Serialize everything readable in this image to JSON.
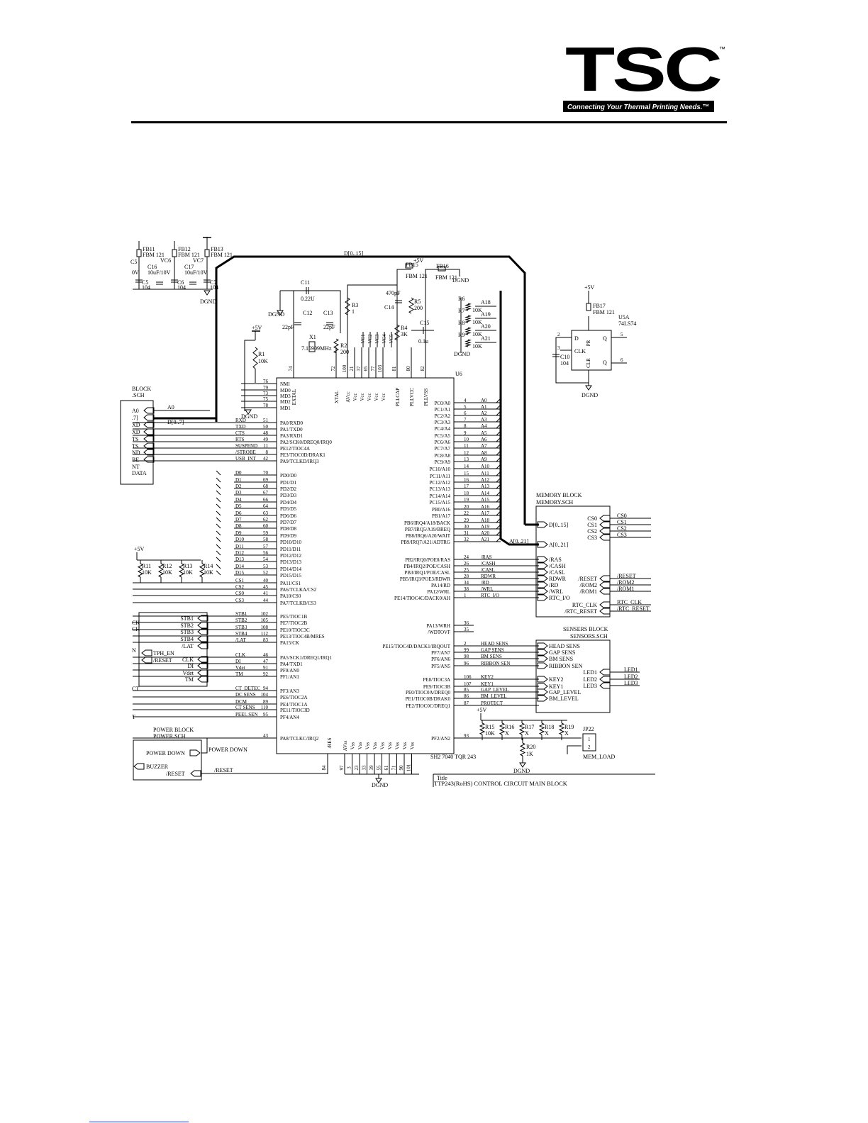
{
  "header": {
    "logo_text": "TSC",
    "trademark": "™",
    "tagline": "Connecting Your Thermal Printing Needs.™"
  },
  "colors": {
    "ink": "#000000",
    "paper": "#ffffff",
    "link_rule": "#2a3cc8"
  },
  "schematic": {
    "title_label": "Title",
    "title": "TTP243(RoHS) CONTROL CIRCUIT MAIN BLOCK",
    "mcu": {
      "ref": "U6",
      "part": "SH2 7040 TQR 243"
    },
    "bus_labels": {
      "data_bus": "D[0..15]",
      "addr_bus": "A[0..21]",
      "d07": "D[0..7]"
    },
    "power": {
      "vcc": "+5V",
      "gnd": "DGND"
    },
    "caps_top": [
      {
        "ref": "FB11",
        "val": "FBM 121"
      },
      {
        "ref": "FB12",
        "val": "FBM 121"
      },
      {
        "ref": "FB13",
        "val": "FBM 121"
      },
      {
        "ref": "C16",
        "val": "10uF/10V"
      },
      {
        "ref": "C17",
        "val": "10uF/10V"
      },
      {
        "ref": "C5",
        "val": "104"
      },
      {
        "ref": "C6",
        "val": "104"
      },
      {
        "ref": "C7",
        "val": "104"
      },
      {
        "ref": "VC6",
        "val": ""
      },
      {
        "ref": "VC7",
        "val": ""
      }
    ],
    "osc": {
      "c11": "C11",
      "c11_val": "0.22U",
      "c12": "C12",
      "c12_val": "22pF",
      "c13": "C13",
      "c13_val": "22pF",
      "x1": "X1",
      "x1_val": "7.15909MHz",
      "r2": "R2",
      "r2_val": "200",
      "r3": "R3",
      "r3_val": "1"
    },
    "pll": {
      "fb15": "FB15",
      "fb15_val": "FBM 121",
      "fb16": "FB16",
      "fb16_val": "FBM 121",
      "c14": "C14",
      "c14_val": "470pF",
      "r5": "R5",
      "r5_val": "200",
      "r4": "R4",
      "r4_val": "3K",
      "c15": "C15",
      "c15_val": "0.1u"
    },
    "r1": {
      "ref": "R1",
      "val": "10K"
    },
    "addr_pullups": [
      {
        "ref": "R6",
        "val": "10K",
        "net": "A18"
      },
      {
        "ref": "R7",
        "val": "10K",
        "net": "A19"
      },
      {
        "ref": "R8",
        "val": "10K",
        "net": "A20"
      },
      {
        "ref": "R9",
        "val": "10K",
        "net": "A21"
      }
    ],
    "latch": {
      "fb17": "FB17",
      "fb17_val": "FBM 121",
      "ref": "U5A",
      "part": "74LS74",
      "c10": "C10",
      "c10_val": "104",
      "pins": [
        "D",
        "PR",
        "Q",
        "CLK",
        "CLR",
        "Q"
      ]
    },
    "mcu_top_pins": [
      {
        "num": "74",
        "name": "EXTAL"
      },
      {
        "num": "72",
        "name": "XTAL"
      },
      {
        "num": "100",
        "name": "AVcc"
      },
      {
        "num": "21",
        "name": "Vcc"
      },
      {
        "num": "37",
        "name": "Vcc"
      },
      {
        "num": "65",
        "name": "Vcc"
      },
      {
        "num": "77",
        "name": "Vcc"
      },
      {
        "num": "103",
        "name": "Vcc"
      },
      {
        "num": "81",
        "name": "PLLCAP"
      },
      {
        "num": "80",
        "name": "PLLVCC"
      },
      {
        "num": "82",
        "name": "PLLVSS"
      }
    ],
    "vc_labels": [
      "VC1",
      "VC2",
      "VC3",
      "VC4",
      "VC5"
    ],
    "mcu_left_pins": [
      {
        "net": "",
        "num": "76",
        "name": "NMI"
      },
      {
        "net": "",
        "num": "79",
        "name": "MD0"
      },
      {
        "net": "",
        "num": "73",
        "name": "MD3"
      },
      {
        "net": "",
        "num": "75",
        "name": "MD2"
      },
      {
        "net": "",
        "num": "78",
        "name": "MD1"
      },
      {
        "net": "RXD",
        "num": "51",
        "name": "PA0/RXD0"
      },
      {
        "net": "TXD",
        "num": "50",
        "name": "PA1/TXD0"
      },
      {
        "net": "CTS",
        "num": "48",
        "name": "PA3/RXD1"
      },
      {
        "net": "RTS",
        "num": "49",
        "name": "PA2/SCK0/DREQ0/IRQ0"
      },
      {
        "net": "SUSPEND",
        "num": "11",
        "name": "PE12/TIOC4A"
      },
      {
        "net": "/STROBE",
        "num": "8",
        "name": "PE3/TIOC0D/DRAK1"
      },
      {
        "net": "USB_INT",
        "num": "42",
        "name": "PA9/TCLKD/IRQ3"
      },
      {
        "net": "D0",
        "num": "70",
        "name": "PD0/D0"
      },
      {
        "net": "D1",
        "num": "69",
        "name": "PD1/D1"
      },
      {
        "net": "D2",
        "num": "68",
        "name": "PD2/D2"
      },
      {
        "net": "D3",
        "num": "67",
        "name": "PD3/D3"
      },
      {
        "net": "D4",
        "num": "66",
        "name": "PD4/D4"
      },
      {
        "net": "D5",
        "num": "64",
        "name": "PD5/D5"
      },
      {
        "net": "D6",
        "num": "63",
        "name": "PD6/D6"
      },
      {
        "net": "D7",
        "num": "62",
        "name": "PD7/D7"
      },
      {
        "net": "D8",
        "num": "60",
        "name": "PD8/D8"
      },
      {
        "net": "D9",
        "num": "59",
        "name": "PD9/D9"
      },
      {
        "net": "D10",
        "num": "58",
        "name": "PD10/D10"
      },
      {
        "net": "D11",
        "num": "57",
        "name": "PD11/D11"
      },
      {
        "net": "D12",
        "num": "56",
        "name": "PD12/D12"
      },
      {
        "net": "D13",
        "num": "54",
        "name": "PD13/D13"
      },
      {
        "net": "D14",
        "num": "53",
        "name": "PD14/D14"
      },
      {
        "net": "D15",
        "num": "52",
        "name": "PD15/D15"
      },
      {
        "net": "CS1",
        "num": "40",
        "name": "PA11/CS1"
      },
      {
        "net": "CS2",
        "num": "45",
        "name": "PA6/TCLKA/CS2"
      },
      {
        "net": "CS0",
        "num": "41",
        "name": "PA10/CS0"
      },
      {
        "net": "CS3",
        "num": "44",
        "name": "PA7/TCLKB/CS3"
      },
      {
        "net": "STB1",
        "num": "102",
        "name": "PE5/TIOC1B"
      },
      {
        "net": "STB2",
        "num": "105",
        "name": "PE7/TIOC2B"
      },
      {
        "net": "STB3",
        "num": "108",
        "name": "PE10/TIOC3C"
      },
      {
        "net": "STB4",
        "num": "112",
        "name": "PE13/TIOC4B/MRES"
      },
      {
        "net": "/LAT",
        "num": "83",
        "name": "PA15/CK"
      },
      {
        "net": "CLK",
        "num": "46",
        "name": "PA5/SCK1/DREQ1/IRQ1"
      },
      {
        "net": "DI",
        "num": "47",
        "name": "PA4/TXD1"
      },
      {
        "net": "Vdet",
        "num": "91",
        "name": "PF0/AN0"
      },
      {
        "net": "TM",
        "num": "92",
        "name": "PF1/AN1"
      },
      {
        "net": "CT_DETEC",
        "num": "94",
        "name": "PF3/AN3"
      },
      {
        "net": "DC SENS",
        "num": "104",
        "name": "PE6/TIOC2A"
      },
      {
        "net": "DCM",
        "num": "89",
        "name": "PE4/TIOC1A"
      },
      {
        "net": "CT SENS",
        "num": "110",
        "name": "PE11/TIOC3D"
      },
      {
        "net": "PEEL SEN",
        "num": "95",
        "name": "PF4/AN4"
      },
      {
        "net": "",
        "num": "43",
        "name": "PA8/TCLKC/IRQ2"
      }
    ],
    "mcu_right_pins": [
      {
        "name": "PC0/A0",
        "num": "4",
        "net": "A0"
      },
      {
        "name": "PC1/A1",
        "num": "5",
        "net": "A1"
      },
      {
        "name": "PC2/A2",
        "num": "6",
        "net": "A2"
      },
      {
        "name": "PC3/A3",
        "num": "7",
        "net": "A3"
      },
      {
        "name": "PC4/A4",
        "num": "8",
        "net": "A4"
      },
      {
        "name": "PC5/A5",
        "num": "9",
        "net": "A5"
      },
      {
        "name": "PC6/A6",
        "num": "10",
        "net": "A6"
      },
      {
        "name": "PC7/A7",
        "num": "11",
        "net": "A7"
      },
      {
        "name": "PC8/A8",
        "num": "12",
        "net": "A8"
      },
      {
        "name": "PC9/A9",
        "num": "13",
        "net": "A9"
      },
      {
        "name": "PC10/A10",
        "num": "14",
        "net": "A10"
      },
      {
        "name": "PC11/A11",
        "num": "15",
        "net": "A11"
      },
      {
        "name": "PC12/A12",
        "num": "16",
        "net": "A12"
      },
      {
        "name": "PC13/A13",
        "num": "17",
        "net": "A13"
      },
      {
        "name": "PC14/A14",
        "num": "18",
        "net": "A14"
      },
      {
        "name": "PC15/A15",
        "num": "19",
        "net": "A15"
      },
      {
        "name": "PB0/A16",
        "num": "20",
        "net": "A16"
      },
      {
        "name": "PB1/A17",
        "num": "22",
        "net": "A17"
      },
      {
        "name": "PB6/IRQ4/A18/BACK",
        "num": "29",
        "net": "A18"
      },
      {
        "name": "PB7/IRQ5/A19/BREQ",
        "num": "30",
        "net": "A19"
      },
      {
        "name": "PB8/IRQ6/A20/WAIT",
        "num": "31",
        "net": "A20"
      },
      {
        "name": "PB9/IRQ7/A21/ADTRG",
        "num": "32",
        "net": "A21"
      },
      {
        "name": "PB2/IRQ0/POE0/RAS",
        "num": "24",
        "net": "/RAS"
      },
      {
        "name": "PB4/IRQ2/POE/CASH",
        "num": "26",
        "net": "/CASH"
      },
      {
        "name": "PB3/IRQ1/POE/CASL",
        "num": "25",
        "net": "/CASL"
      },
      {
        "name": "PB5/IRQ3/POE3/RDWR",
        "num": "28",
        "net": "RDWR"
      },
      {
        "name": "PA14/RD",
        "num": "34",
        "net": "/RD"
      },
      {
        "name": "PA12/WRL",
        "num": "38",
        "net": "/WRL"
      },
      {
        "name": "PE14/TIOC4C/DACK0/AH",
        "num": "1",
        "net": "RTC_I/O"
      },
      {
        "name": "PA13/WRH",
        "num": "36",
        "net": ""
      },
      {
        "name": "/WDTOVF",
        "num": "35",
        "net": ""
      },
      {
        "name": "PE15/TIOC4D/DACK1/IRQOUT",
        "num": "2",
        "net": "HEAD SENS"
      },
      {
        "name": "PF7/AN7",
        "num": "99",
        "net": "GAP SENS"
      },
      {
        "name": "PF6/AN6",
        "num": "98",
        "net": "BM SENS"
      },
      {
        "name": "PF5/AN5",
        "num": "96",
        "net": "RIBBON SEN"
      },
      {
        "name": "PE8/TIOC3A",
        "num": "106",
        "net": "KEY2"
      },
      {
        "name": "PE9/TIOC3B",
        "num": "107",
        "net": "KEY1"
      },
      {
        "name": "PE0/TIOC0A/DREQ0",
        "num": "85",
        "net": "GAP_LEVEL"
      },
      {
        "name": "PE1/TIOC0B/DRAK0",
        "num": "86",
        "net": "BM_LEVEL"
      },
      {
        "name": "PE2/TIOC0C/DREQ1",
        "num": "87",
        "net": "PROTECT"
      },
      {
        "name": "PF2/AN2",
        "num": "93",
        "net": ""
      }
    ],
    "mcu_bottom": {
      "res_num": "84",
      "res_name": "/RES",
      "vss": [
        {
          "num": "97",
          "name": "AVss"
        },
        {
          "num": "3",
          "name": "Vss"
        },
        {
          "num": "23",
          "name": "Vss"
        },
        {
          "num": "33",
          "name": "Vss"
        },
        {
          "num": "39",
          "name": "Vss"
        },
        {
          "num": "55",
          "name": "Vss"
        },
        {
          "num": "61",
          "name": "Vss"
        },
        {
          "num": "71",
          "name": "Vss"
        },
        {
          "num": "90",
          "name": "Vss"
        },
        {
          "num": "101",
          "name": "Vss"
        }
      ]
    },
    "left_block": {
      "title": "BLOCK",
      "file": ".SCH",
      "ports": [
        "A0",
        ".7]",
        "XD",
        "XD",
        "TS",
        "TS",
        "ND",
        "BE",
        "NT",
        "DATA"
      ],
      "net_a0": "A0",
      "net_d": "D[0..7]"
    },
    "head_block": {
      "edge_labels": [
        "CK",
        "CH",
        "N"
      ],
      "ports_left": [
        "STB1",
        "STB2",
        "STB3",
        "STB4",
        "/LAT",
        "CLK",
        "DI",
        "Vdet",
        "TM"
      ],
      "ports_inner": [
        "TPH_EN",
        "/RESET"
      ]
    },
    "left_edge_nets": [
      "CT",
      "",
      "",
      "",
      "T"
    ],
    "pullups_left": [
      {
        "ref": "R11",
        "val": "10K"
      },
      {
        "ref": "R12",
        "val": "10K"
      },
      {
        "ref": "R13",
        "val": "10K"
      },
      {
        "ref": "R14",
        "val": "10K"
      }
    ],
    "power_block": {
      "title": "POWER BLOCK",
      "file": "POWER.SCH",
      "ports": [
        "POWER DOWN",
        "BUZZER",
        "/RESET"
      ],
      "nets": [
        "POWER DOWN",
        "/RESET"
      ]
    },
    "memory_block": {
      "title": "MEMORY BLOCK",
      "file": "MEMORY.SCH",
      "left_ports": [
        "D[0..15]",
        "A[0..21]",
        "/RAS",
        "/CASH",
        "/CASL",
        "RDWR",
        "/RD",
        "/WRL",
        "RTC_I/O"
      ],
      "right_ports": [
        "CS0",
        "CS1",
        "CS2",
        "CS3",
        "/RESET",
        "/ROM2",
        "/ROM1",
        "RTC_CLK",
        "/RTC_RESET"
      ],
      "right_nets": [
        "CS0",
        "CS1",
        "CS2",
        "CS3",
        "/RESET",
        "/ROM2",
        "/ROM1",
        "RTC_CLK",
        "/RTC_RESET"
      ]
    },
    "sensor_block": {
      "title": "SENSERS BLOCK",
      "file": "SENSORS.SCH",
      "left_ports": [
        "HEAD SENS",
        "GAP SENS",
        "BM SENS",
        "RIBBON SEN",
        "KEY2",
        "KEY1",
        "GAP_LEVEL",
        "BM_LEVEL"
      ],
      "right_ports": [
        "LED1",
        "LED2",
        "LED3"
      ],
      "right_nets": [
        "LED1",
        "LED2",
        "LED3"
      ]
    },
    "bottom_pullups": [
      {
        "ref": "R15",
        "val": "10K"
      },
      {
        "ref": "R16",
        "val": "X"
      },
      {
        "ref": "R17",
        "val": "X"
      },
      {
        "ref": "R18",
        "val": "X"
      },
      {
        "ref": "R19",
        "val": "X"
      },
      {
        "ref": "R20",
        "val": "1K"
      }
    ],
    "jumper": {
      "ref": "JP22",
      "pins": [
        "1",
        "2"
      ],
      "net": "MEM_LOAD"
    }
  }
}
